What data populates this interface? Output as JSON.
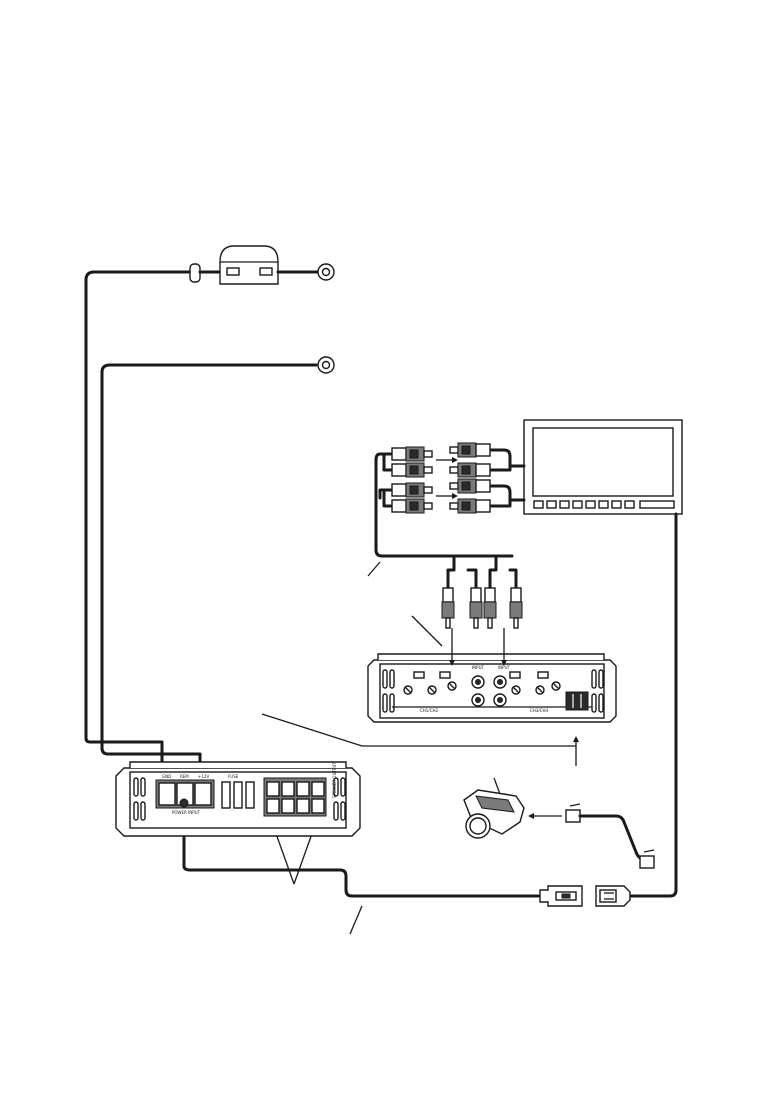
{
  "amp_main": {
    "terminal_labels": [
      "GND",
      "REM",
      "+12V"
    ],
    "fuse_label": "FUSE",
    "power_input_label": "POWER INPUT",
    "speaker_output_label": "SPEAKER OUTPUT"
  },
  "amp_input": {
    "input_labels": [
      "INPUT",
      "INPUT"
    ],
    "channel_labels": [
      "CH1/CH2",
      "CH3/CH4"
    ]
  },
  "colors": {
    "ink": "#1a1a1a",
    "paper": "#ffffff"
  }
}
